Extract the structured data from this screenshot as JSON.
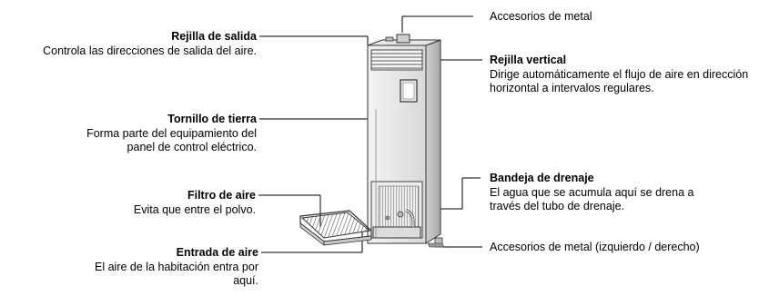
{
  "labels": {
    "rejilla_salida": {
      "title": "Rejilla de salida",
      "desc": "Controla las direcciones de salida del aire."
    },
    "tornillo_tierra": {
      "title": "Tornillo de tierra",
      "desc": "Forma parte del equipamiento del panel de control eléctrico."
    },
    "filtro_aire": {
      "title": "Filtro de aire",
      "desc": "Evita que entre el polvo."
    },
    "entrada_aire": {
      "title": "Entrada de aire",
      "desc": "El aire de la habitación entra por aquí."
    },
    "accesorios_metal_top": {
      "title": "Accesorios de metal"
    },
    "rejilla_vertical": {
      "title": "Rejilla vertical",
      "desc": "Dirige automáticamente el flujo de aire en dirección horizontal a intervalos regulares."
    },
    "bandeja_drenaje": {
      "title": "Bandeja de drenaje",
      "desc": "El agua que se acumula aquí se drena a través del tubo de drenaje."
    },
    "accesorios_metal_bottom": {
      "title": "Accesorios de metal (izquierdo / derecho)"
    }
  }
}
